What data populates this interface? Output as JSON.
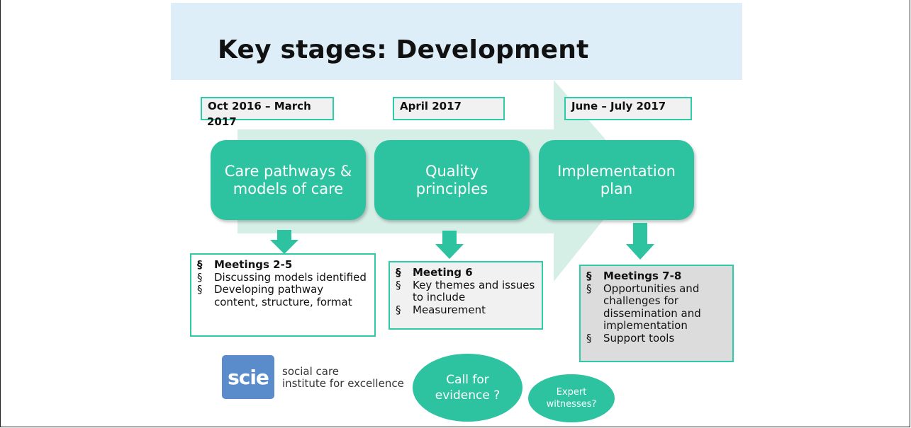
{
  "title": "Key stages: Development",
  "dates": [
    {
      "line1": "Oct 2016 – March",
      "line2": "2017"
    },
    {
      "line1": "April 2017"
    },
    {
      "line1": "June – July 2017"
    }
  ],
  "stages": [
    {
      "label": "Care pathways & models of care"
    },
    {
      "label": "Quality principles"
    },
    {
      "label": "Implementation plan"
    }
  ],
  "details": [
    {
      "items": [
        "Meetings 2-5",
        "Discussing models identified",
        "Developing pathway content, structure, format"
      ]
    },
    {
      "items": [
        "Meeting 6",
        "Key themes and issues to include",
        "Measurement"
      ]
    },
    {
      "items": [
        "Meetings 7-8",
        "Opportunities and challenges for dissemination and implementation",
        "Support tools"
      ]
    }
  ],
  "bullet_glyph": "§",
  "ellipses": {
    "call_for_evidence": "Call for evidence ?",
    "expert_witnesses": "Expert witnesses?"
  },
  "logo": {
    "badge": "scie",
    "line1": "social care",
    "line2": "institute for excellence"
  },
  "colors": {
    "accent": "#2dc3a0",
    "arrow_fill": "#d6efe6",
    "title_band": "#ddeef8",
    "box_border": "#2fcaa8"
  }
}
